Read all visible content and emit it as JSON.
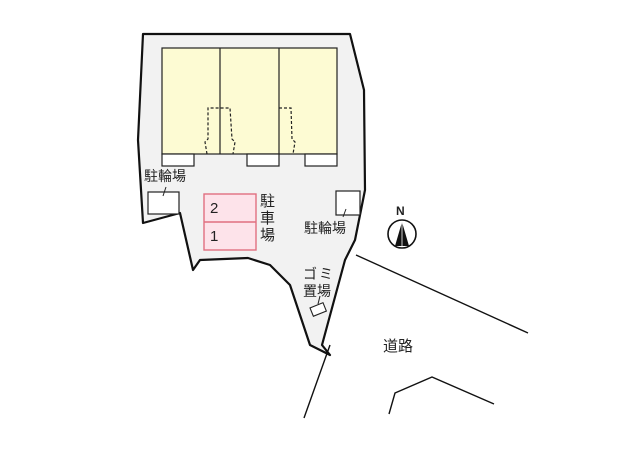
{
  "diagram": {
    "type": "site-plan",
    "colors": {
      "background": "#ffffff",
      "lot_fill": "#f2f2f2",
      "building_fill": "#fdfbd3",
      "parking_fill": "#fde3ea",
      "parking_stroke": "#e07080",
      "line": "#111111"
    },
    "labels": {
      "bicycle_parking_left": "駐輪場",
      "bicycle_parking_right": "駐輪場",
      "car_parking": "駐車場",
      "garbage_top": "ゴミ",
      "garbage_bottom": "置場",
      "road": "道路",
      "compass_north": "N"
    },
    "parking_spaces": [
      {
        "number": "2"
      },
      {
        "number": "1"
      }
    ],
    "building_units": 3
  }
}
